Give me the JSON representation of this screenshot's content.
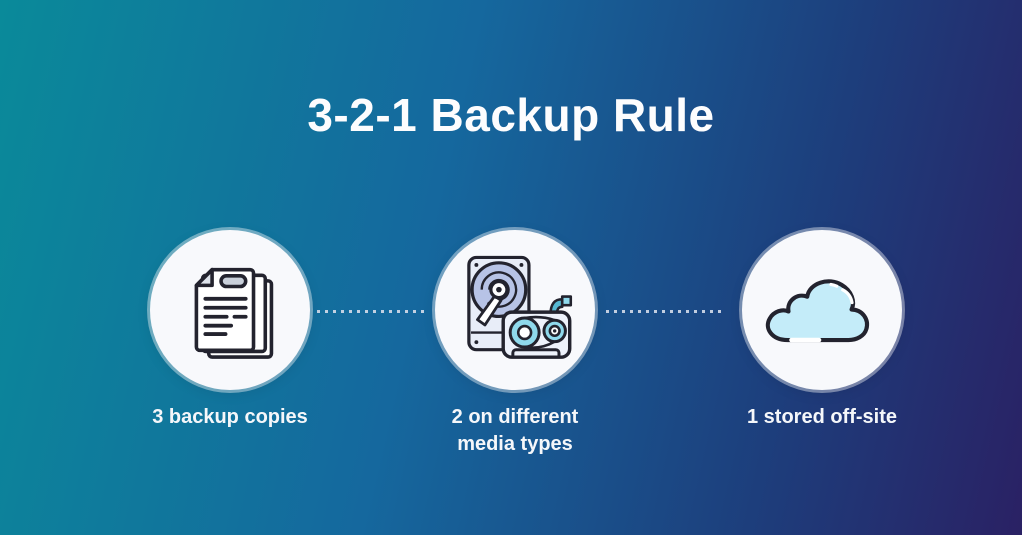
{
  "title": "3-2-1 Backup Rule",
  "steps": [
    {
      "id": "copies",
      "icon": "documents-icon",
      "label": "3 backup copies"
    },
    {
      "id": "media",
      "icon": "hard-drive-and-tape-icon",
      "label": "2 on different media types"
    },
    {
      "id": "offsite",
      "icon": "cloud-icon",
      "label": "1 stored off-site"
    }
  ],
  "colors": {
    "bgStart": "#0a8a9a",
    "bgMid": "#15689e",
    "bgLate": "#1d3e7c",
    "bgEnd": "#2a2164",
    "titleText": "#fdfdfe",
    "labelText": "#f5f7fa",
    "circleFill": "#f8f9fc",
    "circleRing": "rgba(255,255,255,0.40)",
    "connectorDot": "#d5dcea",
    "outline": "#23232e",
    "paperFill": "#ffffff",
    "paperGray": "#c9d0da",
    "foldGray": "#dde2ea",
    "hddFill": "#e8edf8",
    "platter": "#b7c3e6",
    "cassFill": "#eef2fb",
    "reel": "#8fd9ec",
    "tape": "#56b8d2",
    "cloudFill": "#c4ecf9",
    "highlight": "#ffffff"
  }
}
